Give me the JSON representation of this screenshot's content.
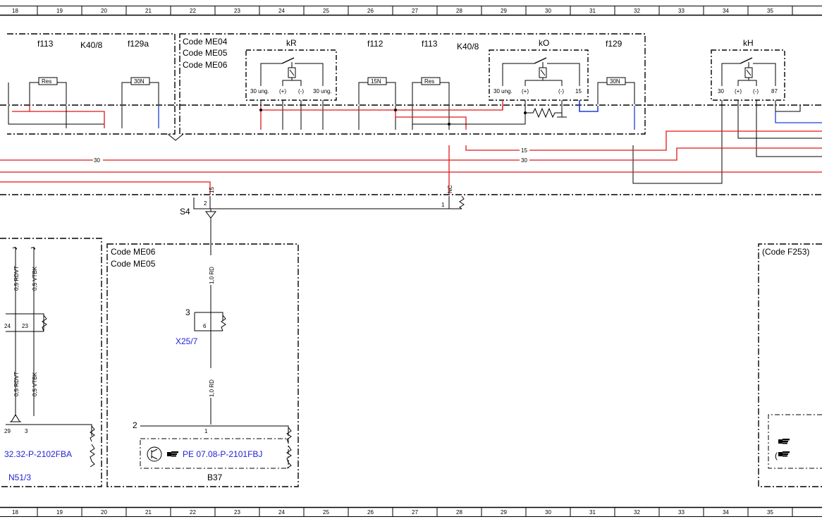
{
  "ruler": {
    "top": [
      "18",
      "19",
      "20",
      "21",
      "22",
      "23",
      "24",
      "25",
      "26",
      "27",
      "28",
      "29",
      "30",
      "31",
      "32",
      "33",
      "34",
      "35"
    ],
    "bottom": [
      "18",
      "19",
      "20",
      "21",
      "22",
      "23",
      "24",
      "25",
      "26",
      "27",
      "28",
      "29",
      "30",
      "31",
      "32",
      "33",
      "34",
      "35"
    ]
  },
  "colors": {
    "red": "#e01818",
    "blue": "#1f3fd6",
    "link": "#1f1fd6",
    "black": "#000000"
  },
  "left_block": {
    "f113": "f113",
    "k40": "K40/8",
    "f129a": "f129a",
    "res": "Res",
    "n30": "30N"
  },
  "codes_block": {
    "codes": [
      "Code ME04",
      "Code ME05",
      "Code ME06"
    ],
    "kR": "kR",
    "kR_pins": [
      "30 ung.",
      "(+)",
      "(-)",
      "30 ung."
    ],
    "f112": "f112",
    "f113": "f113",
    "k40": "K40/8",
    "n15": "15N",
    "res": "Res",
    "kO": "kO",
    "kO_pins": [
      "30 ung.",
      "(+)",
      "(-)",
      "15"
    ],
    "f129": "f129",
    "n30": "30N"
  },
  "kH_block": {
    "label": "kH",
    "pins": [
      "30",
      "(+)",
      "(-)",
      "87"
    ]
  },
  "wires": {
    "w30_a": "30",
    "w15": "15",
    "w30_b": "30",
    "pin15": "15",
    "nc": "NC"
  },
  "splice": {
    "label": "S4",
    "pin2": "2",
    "pin1": "1"
  },
  "n51": {
    "wire_top_a": "0,5 RDVT",
    "wire_top_b": "0,5 VTBK",
    "pin24": "24",
    "pin23": "23",
    "wire_bot_a": "0,5 RDVT",
    "wire_bot_b": "0,5 VTBK",
    "pin29": "29",
    "pin3": "3",
    "ref": "32.32-P-2102FBA",
    "name": "N51/3"
  },
  "b37": {
    "codes": [
      "Code ME06",
      "Code ME05"
    ],
    "wire_a": "1,0 RD",
    "conn_pin3": "3",
    "conn_pin6": "6",
    "conn_name": "X25/7",
    "wire_b": "1,0 RD",
    "pin2": "2",
    "pin1": "1",
    "ref": "PE 07.08-P-2101FBJ",
    "name": "B37"
  },
  "f253": {
    "code": "(Code F253)"
  }
}
